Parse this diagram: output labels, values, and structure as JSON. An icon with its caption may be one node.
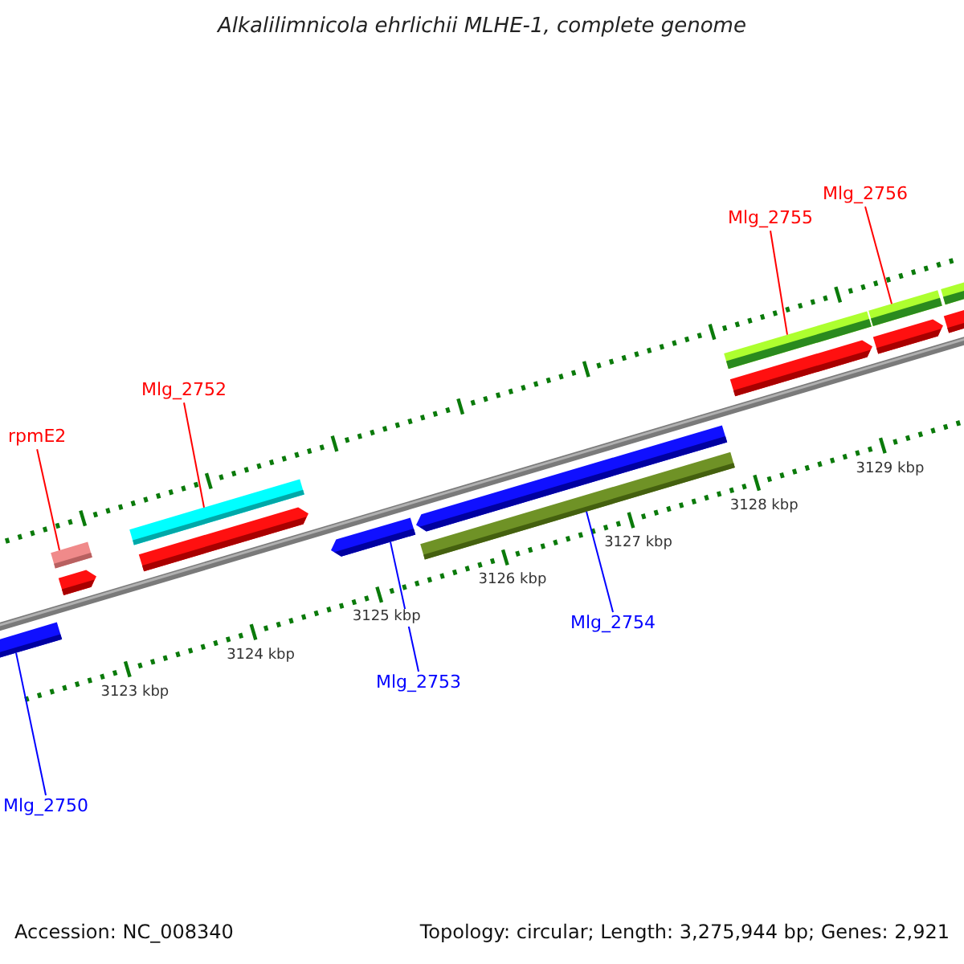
{
  "diagram": {
    "title": "Alkalilimnicola ehrlichii MLHE-1, complete genome",
    "nodes": [
      {
        "text": [
          "rpmE2"
        ]
      },
      {
        "text": [
          "Mlg_2752"
        ]
      },
      {
        "text": [
          "Mlg_2755"
        ]
      },
      {
        "text": [
          "Mlg_2756"
        ]
      },
      {
        "text": [
          "Mlg_2750"
        ]
      },
      {
        "text": [
          "Mlg_2753"
        ]
      },
      {
        "text": [
          "Mlg_2754"
        ]
      },
      {
        "text": [],
        "shape": "box"
      },
      {
        "text": [],
        "shape": "bar"
      },
      {
        "text": [],
        "shape": "bar"
      },
      {
        "text": [],
        "shape": "bar"
      },
      {
        "text": [],
        "shape": "bar"
      },
      {
        "text": [],
        "shape": "arrow"
      },
      {
        "text": [],
        "shape": "bar"
      }
    ],
    "edges": [
      {
        "from": 0,
        "to": 7,
        "arrow": "none"
      },
      {
        "from": 1,
        "to": 8,
        "arrow": "none"
      },
      {
        "from": 2,
        "to": 9,
        "arrow": "none"
      },
      {
        "from": 3,
        "to": 10,
        "arrow": "none"
      },
      {
        "from": 4,
        "to": 11,
        "arrow": "none",
        "color": "#0000ff"
      },
      {
        "from": 5,
        "to": 12,
        "arrow": "none",
        "color": "#0000ff"
      },
      {
        "from": 6,
        "to": 13,
        "arrow": "none",
        "color": "#0000ff"
      }
    ],
    "labels": [
      "3123 kbp",
      "3124 kbp",
      "3125 kbp",
      "3126 kbp",
      "3127 kbp",
      "3128 kbp",
      "3129 kbp",
      "Accession: NC_008340",
      "Topology: circular; Length: 3,275,944 bp; Genes: 2,921"
    ]
  }
}
